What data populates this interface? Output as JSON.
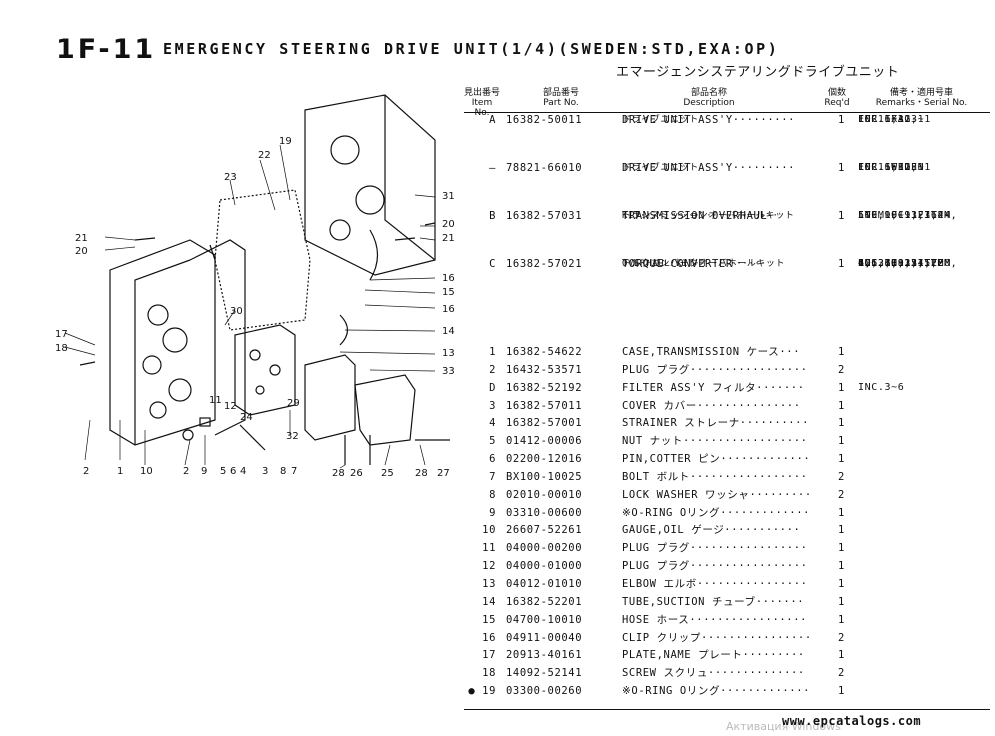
{
  "header": {
    "code": "1F-11",
    "title": "EMERGENCY STEERING DRIVE UNIT(1/4)(SWEDEN:STD,EXA:OP)",
    "title_jp": "エマージェンシステアリングドライブユニット"
  },
  "columns": {
    "item_jp": "見出番号",
    "item_en": "Item No.",
    "part_jp": "部品番号",
    "part_en": "Part No.",
    "desc_jp": "部品名称",
    "desc_en": "Description",
    "qty_jp": "個数",
    "qty_en": "Req'd",
    "rem_jp": "備考・適用号車",
    "rem_en": "Remarks・Serial No."
  },
  "rows": [
    {
      "item": "A",
      "part": "16382-50011",
      "desc": "DRIVE UNIT ASS'Y·········",
      "desc2": "ドライブユニット",
      "qty": "1",
      "remarks": [
        "INC.1~32,",
        "LOC.1F-13~",
        "1F-16,1G-11",
        "FOR EXA"
      ]
    },
    {
      "item": "–",
      "part": "78821-66010",
      "desc": "DRIVE UNIT ASS'Y·········",
      "desc2": "ドライブユニット",
      "qty": "1",
      "remarks": [
        "INC.1~32,",
        "LOC.1F-13~",
        "1F-16,1G-11",
        "FOR SWEDEN"
      ]
    },
    {
      "item": "B",
      "part": "16382-57031",
      "desc": "TRANSMISSION OVERHAUL",
      "desc2": "KIT·······················",
      "desc3": "トランスミッションオーバホールキット",
      "qty": "1",
      "remarks": [
        "INC.9,19,23,24,",
        "LOC.1F-13-ITEM",
        "5~9,LOC.1F-14-",
        "ITEM 9~11,16"
      ]
    },
    {
      "item": "C",
      "part": "16382-57021",
      "desc": "TORQUE CONVERTER",
      "desc2": "OVERHAUL KIT············",
      "desc3": "トルクコンバータオーバホールキット",
      "qty": "1",
      "remarks": [
        "INC.19,23,",
        "LOC.1G-13-ITEM",
        "4,5,7,13,15,20,",
        "22,26,",
        "LOC.1G-15-ITEM",
        "4,6,8,9,14,",
        "LOC.1H-1-ITEM",
        "6,13,18,21,22"
      ]
    },
    {
      "item": "1",
      "part": "16382-54622",
      "desc": "CASE,TRANSMISSION ケース···",
      "qty": "1",
      "remarks": []
    },
    {
      "item": "2",
      "part": "16432-53571",
      "desc": "PLUG プラグ·················",
      "qty": "2",
      "remarks": []
    },
    {
      "item": "D",
      "part": "16382-52192",
      "desc": "FILTER ASS'Y フィルタ·······",
      "qty": "1",
      "remarks": [
        "INC.3~6"
      ]
    },
    {
      "item": "3",
      "part": "16382-57011",
      "desc": "COVER カバー···············",
      "qty": "1",
      "remarks": []
    },
    {
      "item": "4",
      "part": "16382-57001",
      "desc": "STRAINER ストレーナ··········",
      "qty": "1",
      "remarks": []
    },
    {
      "item": "5",
      "part": "01412-00006",
      "desc": "NUT ナット··················",
      "qty": "1",
      "remarks": []
    },
    {
      "item": "6",
      "part": "02200-12016",
      "desc": "PIN,COTTER ピン·············",
      "qty": "1",
      "remarks": []
    },
    {
      "item": "7",
      "part": "BX100-10025",
      "desc": "BOLT ボルト·················",
      "qty": "2",
      "remarks": []
    },
    {
      "item": "8",
      "part": "02010-00010",
      "desc": "LOCK WASHER ワッシャ·········",
      "qty": "2",
      "remarks": []
    },
    {
      "item": "9",
      "part": "03310-00600",
      "desc": "※O-RING Oリング·············",
      "qty": "1",
      "remarks": []
    },
    {
      "item": "10",
      "part": "26607-52261",
      "desc": "GAUGE,OIL ゲージ···········",
      "qty": "1",
      "remarks": []
    },
    {
      "item": "11",
      "part": "04000-00200",
      "desc": "PLUG プラグ·················",
      "qty": "1",
      "remarks": []
    },
    {
      "item": "12",
      "part": "04000-01000",
      "desc": "PLUG プラグ·················",
      "qty": "1",
      "remarks": []
    },
    {
      "item": "13",
      "part": "04012-01010",
      "desc": "ELBOW エルボ················",
      "qty": "1",
      "remarks": []
    },
    {
      "item": "14",
      "part": "16382-52201",
      "desc": "TUBE,SUCTION チューブ·······",
      "qty": "1",
      "remarks": []
    },
    {
      "item": "15",
      "part": "04700-10010",
      "desc": "HOSE ホース·················",
      "qty": "1",
      "remarks": []
    },
    {
      "item": "16",
      "part": "04911-00040",
      "desc": "CLIP クリップ················",
      "qty": "2",
      "remarks": []
    },
    {
      "item": "17",
      "part": "20913-40161",
      "desc": "PLATE,NAME プレート·········",
      "qty": "1",
      "remarks": []
    },
    {
      "item": "18",
      "part": "14092-52141",
      "desc": "SCREW スクリュ··············",
      "qty": "2",
      "remarks": []
    },
    {
      "item": "● 19",
      "part": "03300-00260",
      "desc": "※O-RING Oリング·············",
      "qty": "1",
      "remarks": []
    }
  ],
  "callouts": [
    "19",
    "22",
    "23",
    "31",
    "20",
    "21",
    "21",
    "20",
    "16",
    "15",
    "16",
    "14",
    "13",
    "33",
    "17",
    "18",
    "30",
    "11",
    "12",
    "24",
    "29",
    "32",
    "2",
    "1",
    "10",
    "2",
    "9",
    "5",
    "6",
    "4",
    "3",
    "8",
    "7",
    "28",
    "26",
    "25",
    "28",
    "27"
  ],
  "footer": {
    "url": "www.epcatalogs.com",
    "watermark": "Активация Windows"
  }
}
